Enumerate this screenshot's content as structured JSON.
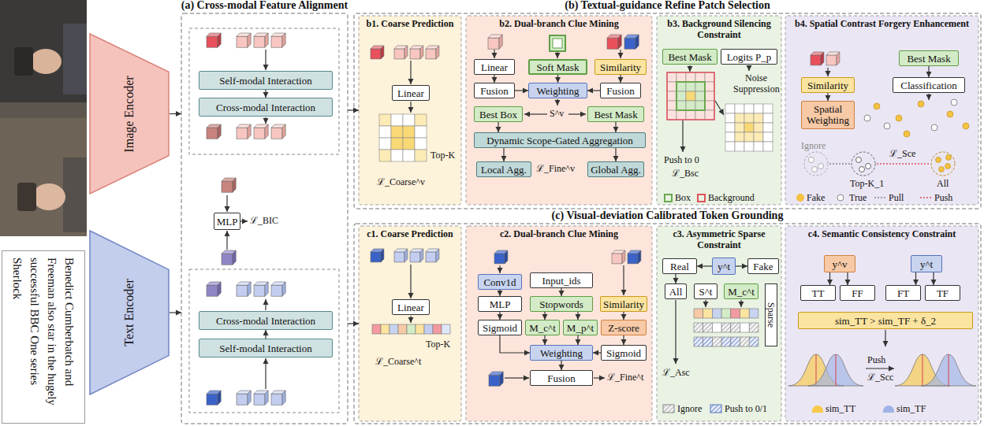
{
  "diagram": {
    "nodes": [
      {
        "text": [
          "Benedict Cumberbatch and Freeman also star in the hugely successful BBC One series Sherlock"
        ]
      },
      {
        "text": [
          "Image Encoder"
        ]
      },
      {
        "text": [
          "Text Encoder"
        ]
      },
      {
        "text": [
          "(a) Cross-modal Feature Alignment"
        ]
      },
      {
        "text": [
          "Self-modal Interaction"
        ],
        "in": 3
      },
      {
        "text": [
          "Cross-modal Interaction"
        ],
        "in": 3
      },
      {
        "text": [
          "MLP"
        ],
        "in": 3
      },
      {
        "text": [
          "Cross-modal Interaction"
        ],
        "in": 3
      },
      {
        "text": [
          "Self-modal Interaction"
        ],
        "in": 3
      },
      {
        "text": [
          "(b) Textual-guidance Refine Patch Selection"
        ]
      },
      {
        "text": [
          "b1. Coarse Prediction"
        ],
        "in": 9
      },
      {
        "text": [
          "Linear"
        ],
        "in": 10
      },
      {
        "text": [
          "b2. Dual-branch Clue Mining"
        ],
        "in": 9
      },
      {
        "text": [
          "Linear"
        ],
        "in": 12
      },
      {
        "text": [
          "Soft Mask"
        ],
        "in": 12
      },
      {
        "text": [
          "Similarity"
        ],
        "in": 12
      },
      {
        "text": [
          "Fusion"
        ],
        "in": 12
      },
      {
        "text": [
          "Weighting"
        ],
        "in": 12
      },
      {
        "text": [
          "Fusion"
        ],
        "in": 12
      },
      {
        "text": [
          "Best Box"
        ],
        "in": 12
      },
      {
        "text": [
          "Best Mask"
        ],
        "in": 12
      },
      {
        "text": [
          "Dynamic Scope-Gated Aggregation"
        ],
        "in": 12
      },
      {
        "text": [
          "Local Agg."
        ],
        "in": 12
      },
      {
        "text": [
          "Global Agg."
        ],
        "in": 12
      },
      {
        "text": [
          "b3. Background Silencing Constraint"
        ],
        "in": 9
      },
      {
        "text": [
          "Best Mask"
        ],
        "in": 24
      },
      {
        "text": [
          "Logits P_p"
        ],
        "in": 24
      },
      {
        "text": [
          "b4. Spatial Contrast Forgery Enhancement"
        ],
        "in": 9
      },
      {
        "text": [
          "Similarity"
        ],
        "in": 27
      },
      {
        "text": [
          "Best Mask"
        ],
        "in": 27
      },
      {
        "text": [
          "Spatial Weighting"
        ],
        "in": 27
      },
      {
        "text": [
          "Classification"
        ],
        "in": 27
      },
      {
        "text": [
          "(c) Visual-deviation Calibrated Token Grounding"
        ]
      },
      {
        "text": [
          "c1. Coarse Prediction"
        ],
        "in": 32
      },
      {
        "text": [
          "Linear"
        ],
        "in": 33
      },
      {
        "text": [
          "c2. Dual-branch Clue Mining"
        ],
        "in": 32
      },
      {
        "text": [
          "Conv1d"
        ],
        "in": 35
      },
      {
        "text": [
          "Input_ids"
        ],
        "in": 35
      },
      {
        "text": [
          "MLP"
        ],
        "in": 35
      },
      {
        "text": [
          "Stopwords"
        ],
        "in": 35
      },
      {
        "text": [
          "M_c^t"
        ],
        "in": 35
      },
      {
        "text": [
          "M_p^t"
        ],
        "in": 35
      },
      {
        "text": [
          "Similarity"
        ],
        "in": 35
      },
      {
        "text": [
          "Sigmoid"
        ],
        "in": 35
      },
      {
        "text": [
          "Z-score"
        ],
        "in": 35
      },
      {
        "text": [
          "Weighting"
        ],
        "in": 35
      },
      {
        "text": [
          "Sigmoid"
        ],
        "in": 35
      },
      {
        "text": [
          "Fusion"
        ],
        "in": 35
      },
      {
        "text": [
          "c3. Asymmetric Sparse Constraint"
        ],
        "in": 32
      },
      {
        "text": [
          "Real"
        ],
        "in": 48
      },
      {
        "text": [
          "y^t"
        ],
        "in": 48
      },
      {
        "text": [
          "Fake"
        ],
        "in": 48
      },
      {
        "text": [
          "All"
        ],
        "in": 48
      },
      {
        "text": [
          "S^t"
        ],
        "in": 48
      },
      {
        "text": [
          "M_c^t"
        ],
        "in": 48
      },
      {
        "text": [
          "Sparse"
        ],
        "in": 48
      },
      {
        "text": [
          "c4. Semantic Consistency Constraint"
        ],
        "in": 32
      },
      {
        "text": [
          "y^v"
        ],
        "in": 56
      },
      {
        "text": [
          "y^t"
        ],
        "in": 56
      },
      {
        "text": [
          "TT"
        ],
        "in": 56
      },
      {
        "text": [
          "FF"
        ],
        "in": 56
      },
      {
        "text": [
          "FT"
        ],
        "in": 56
      },
      {
        "text": [
          "TF"
        ],
        "in": 56
      },
      {
        "text": [
          "sim_TT > sim_TF + δ_2"
        ],
        "in": 56
      }
    ],
    "edges": [
      {
        "from": 1,
        "to": 3,
        "arrow": "to"
      },
      {
        "from": 2,
        "to": 3,
        "arrow": "to"
      },
      {
        "from": 4,
        "to": 5,
        "arrow": "to"
      },
      {
        "from": 8,
        "to": 7,
        "arrow": "to"
      },
      {
        "from": 3,
        "to": 10,
        "arrow": "to"
      },
      {
        "from": 3,
        "to": 33,
        "arrow": "to"
      },
      {
        "from": 13,
        "to": 16,
        "arrow": "to"
      },
      {
        "from": 15,
        "to": 18,
        "arrow": "to"
      },
      {
        "from": 14,
        "to": 17,
        "arrow": "to"
      },
      {
        "from": 16,
        "to": 17,
        "arrow": "to"
      },
      {
        "from": 18,
        "to": 17,
        "arrow": "to"
      },
      {
        "from": 19,
        "to": 21,
        "arrow": "to"
      },
      {
        "from": 20,
        "to": 21,
        "arrow": "to"
      },
      {
        "from": 21,
        "to": 22,
        "arrow": "to"
      },
      {
        "from": 21,
        "to": 23,
        "arrow": "to"
      },
      {
        "from": 28,
        "to": 30,
        "arrow": "to"
      },
      {
        "from": 29,
        "to": 31,
        "arrow": "to"
      },
      {
        "from": 36,
        "to": 38,
        "arrow": "to"
      },
      {
        "from": 38,
        "to": 43,
        "arrow": "to"
      },
      {
        "from": 37,
        "to": 39,
        "arrow": "to"
      },
      {
        "from": 39,
        "to": 40,
        "arrow": "to"
      },
      {
        "from": 39,
        "to": 41,
        "arrow": "to"
      },
      {
        "from": 42,
        "to": 44,
        "arrow": "to"
      },
      {
        "from": 44,
        "to": 46,
        "arrow": "to"
      },
      {
        "from": 40,
        "to": 45,
        "arrow": "to"
      },
      {
        "from": 41,
        "to": 45,
        "arrow": "to"
      },
      {
        "from": 43,
        "to": 45,
        "arrow": "to"
      },
      {
        "from": 46,
        "to": 45,
        "arrow": "to"
      },
      {
        "from": 45,
        "to": 47,
        "arrow": "to"
      },
      {
        "from": 50,
        "to": 49,
        "arrow": "to"
      },
      {
        "from": 50,
        "to": 51,
        "arrow": "to"
      },
      {
        "from": 49,
        "to": 52,
        "arrow": "to"
      },
      {
        "from": 57,
        "to": 59,
        "arrow": "to"
      },
      {
        "from": 57,
        "to": 60,
        "arrow": "to"
      },
      {
        "from": 58,
        "to": 61,
        "arrow": "to"
      },
      {
        "from": 58,
        "to": 62,
        "arrow": "to"
      }
    ],
    "labels": [
      "ℒ_BIC",
      "Top-K",
      "ℒ_Coarse^v",
      "S^v",
      "ℒ_Fine^v",
      "Noise Suppression",
      "Push to 0",
      "ℒ_Bsc",
      "Ignore",
      "Top-K_1",
      "ℒ_Sce",
      "All",
      "Top-K",
      "ℒ_Coarse^t",
      "ℒ_Fine^t",
      "ℒ_Asc",
      "Push",
      "ℒ_Scc"
    ],
    "legend": [
      {
        "text": "Box",
        "color": "#6aa84f"
      },
      {
        "text": "Background",
        "color": "#e0505c"
      },
      {
        "text": "Fake",
        "color": "#f5c242"
      },
      {
        "text": "True"
      },
      {
        "text": "Pull"
      },
      {
        "text": "Push"
      },
      {
        "text": "Ignore"
      },
      {
        "text": "Push to 0/1"
      },
      {
        "text": "sim_TT",
        "color": "#f7c948"
      },
      {
        "text": "sim_TF",
        "color": "#9fb3e6"
      }
    ]
  }
}
